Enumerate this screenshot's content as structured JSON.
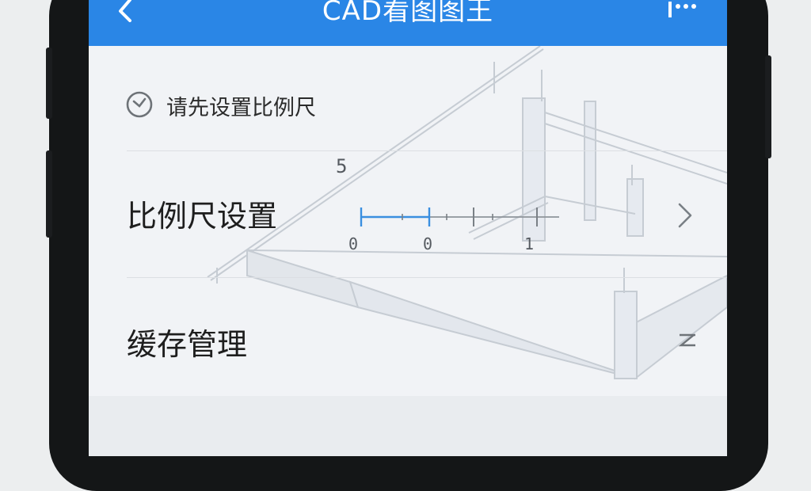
{
  "header": {
    "title": "CAD看图图王",
    "color": "#2a86e6"
  },
  "hint": {
    "text": "请先设置比例尺"
  },
  "ruler": {
    "top_value": "5",
    "labels": [
      "0",
      "0",
      "1"
    ],
    "accent": "#3a8fe0"
  },
  "menu": {
    "items": [
      {
        "label": "比例尺设置",
        "icon": "chevron-right-icon"
      },
      {
        "label": "缓存管理",
        "icon": "storage-icon"
      }
    ]
  },
  "icons": {
    "back": "chevron-left-icon",
    "more": "more-icon",
    "hint": "clock-icon"
  }
}
